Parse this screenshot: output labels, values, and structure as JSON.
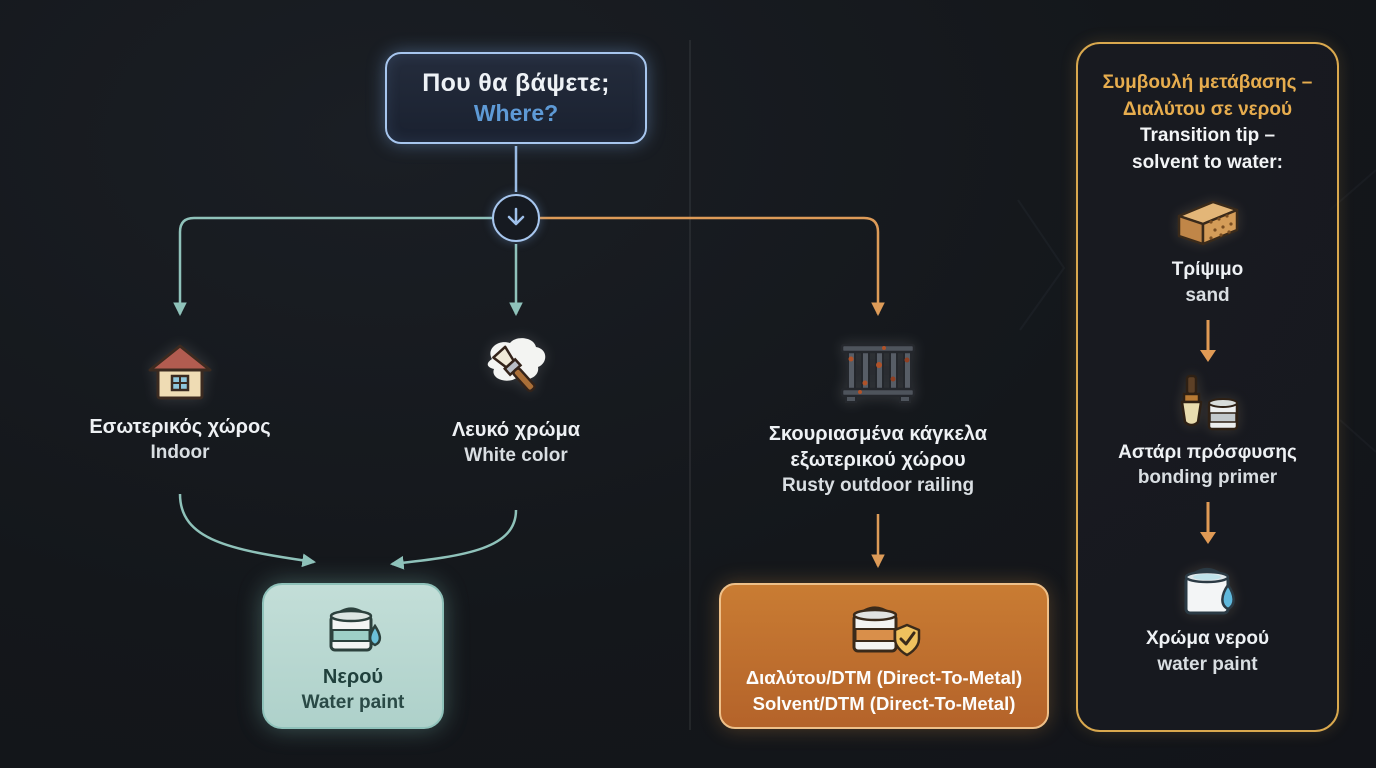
{
  "colors": {
    "background": "#14171b",
    "accent_blue": "#5e9ad6",
    "accent_teal": "#8fc2ba",
    "accent_orange": "#dd9b58",
    "accent_gold": "#e7ad4e",
    "water_box_fill": "#b9d8d2",
    "solvent_box_fill": "#bd6c2b"
  },
  "root_question": {
    "greek": "Που θα βάψετε;",
    "english": "Where?"
  },
  "branches": {
    "indoor": {
      "greek": "Εσωτερικός χώρος",
      "english": "Indoor",
      "icon": "house-icon"
    },
    "white_color": {
      "greek": "Λευκό χρώμα",
      "english": "White color",
      "icon": "paintbrush-icon"
    },
    "rusty_railing": {
      "greek_line1": "Σκουριασμένα κάγκελα",
      "greek_line2": "εξωτερικού χώρου",
      "english": "Rusty outdoor railing",
      "icon": "railing-icon"
    }
  },
  "results": {
    "water_paint": {
      "greek": "Νερού",
      "english": "Water paint",
      "icon": "water-paint-can-icon"
    },
    "solvent_dtm": {
      "greek": "Διαλύτου/DTM (Direct-To-Metal)",
      "english": "Solvent/DTM (Direct-To-Metal)",
      "icon": "solvent-can-shield-icon"
    }
  },
  "tip_panel": {
    "title_greek_line1": "Συμβουλή μετάβασης –",
    "title_greek_line2": "Διαλύτου σε νερού",
    "title_english_line1": "Transition tip –",
    "title_english_line2": "solvent to water:",
    "steps": [
      {
        "greek": "Τρίψιμο",
        "english": "sand",
        "icon": "sanding-sponge-icon"
      },
      {
        "greek": "Αστάρι πρόσφυσης",
        "english": "bonding primer",
        "icon": "primer-brush-can-icon"
      },
      {
        "greek": "Χρώμα νερού",
        "english": "water paint",
        "icon": "water-paint-can-glow-icon"
      }
    ]
  }
}
